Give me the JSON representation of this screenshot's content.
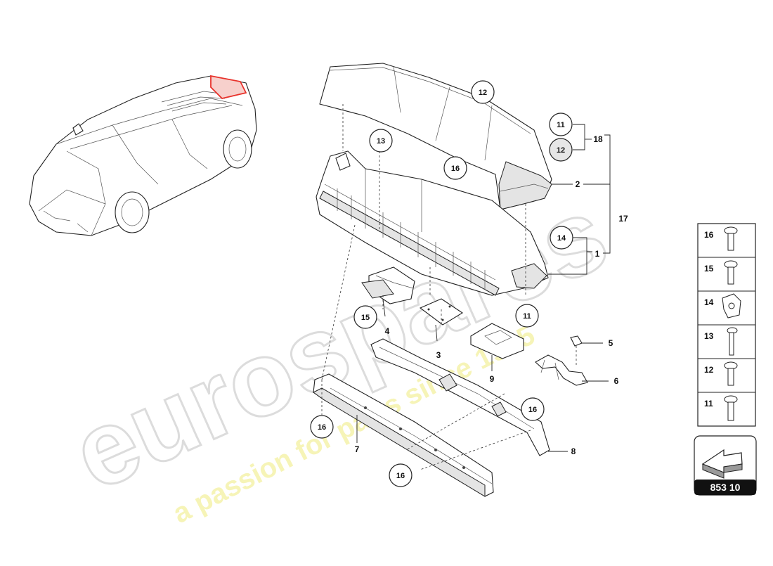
{
  "watermark": {
    "brand": "eurospares",
    "tagline": "a passion for parts since 1985"
  },
  "part_labels": [
    {
      "id": "p1",
      "text": "1"
    },
    {
      "id": "p2",
      "text": "2"
    },
    {
      "id": "p3",
      "text": "3"
    },
    {
      "id": "p4",
      "text": "4"
    },
    {
      "id": "p5",
      "text": "5"
    },
    {
      "id": "p6",
      "text": "6"
    },
    {
      "id": "p7",
      "text": "7"
    },
    {
      "id": "p8",
      "text": "8"
    },
    {
      "id": "p9",
      "text": "9"
    },
    {
      "id": "p17",
      "text": "17"
    },
    {
      "id": "p18",
      "text": "18"
    }
  ],
  "callouts": [
    {
      "id": "c12a",
      "text": "12"
    },
    {
      "id": "c13",
      "text": "13"
    },
    {
      "id": "c16a",
      "text": "16"
    },
    {
      "id": "c11a",
      "text": "11"
    },
    {
      "id": "c12b",
      "text": "12"
    },
    {
      "id": "c14",
      "text": "14"
    },
    {
      "id": "c11b",
      "text": "11"
    },
    {
      "id": "c15",
      "text": "15"
    },
    {
      "id": "c16b",
      "text": "16"
    },
    {
      "id": "c16c",
      "text": "16"
    },
    {
      "id": "c16d",
      "text": "16"
    }
  ],
  "fastener_legend": [
    {
      "num": "16",
      "icon": "screw-icon"
    },
    {
      "num": "15",
      "icon": "screw-icon"
    },
    {
      "num": "14",
      "icon": "clip-nut-icon"
    },
    {
      "num": "13",
      "icon": "bolt-icon"
    },
    {
      "num": "12",
      "icon": "screw-icon"
    },
    {
      "num": "11",
      "icon": "screw-icon"
    }
  ],
  "diagram_code": "853 10",
  "colors": {
    "highlight": "#e8322b",
    "code_box": "#111111",
    "arrow_shade": "#9a9a9a"
  }
}
